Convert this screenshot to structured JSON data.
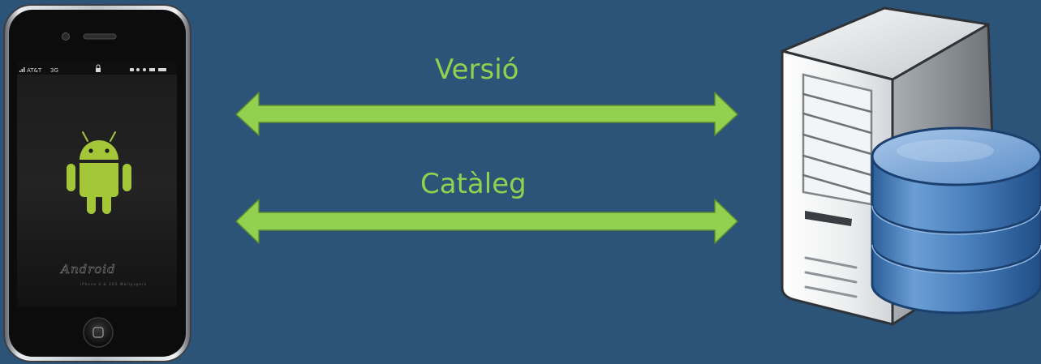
{
  "diagram": {
    "arrows": [
      {
        "label": "Versió",
        "direction": "bidirectional"
      },
      {
        "label": "Catàleg",
        "direction": "bidirectional"
      }
    ]
  },
  "phone": {
    "status_carrier": "AT&T",
    "status_network": "3G",
    "wallpaper_title": "Android",
    "wallpaper_caption": "iPhone 4 & 3GS Wallpapers"
  },
  "server": {
    "icon": "server-with-database-icon"
  },
  "colors": {
    "background": "#2b5478",
    "arrow": "#92d050",
    "label": "#92d050",
    "android": "#a4c639"
  }
}
